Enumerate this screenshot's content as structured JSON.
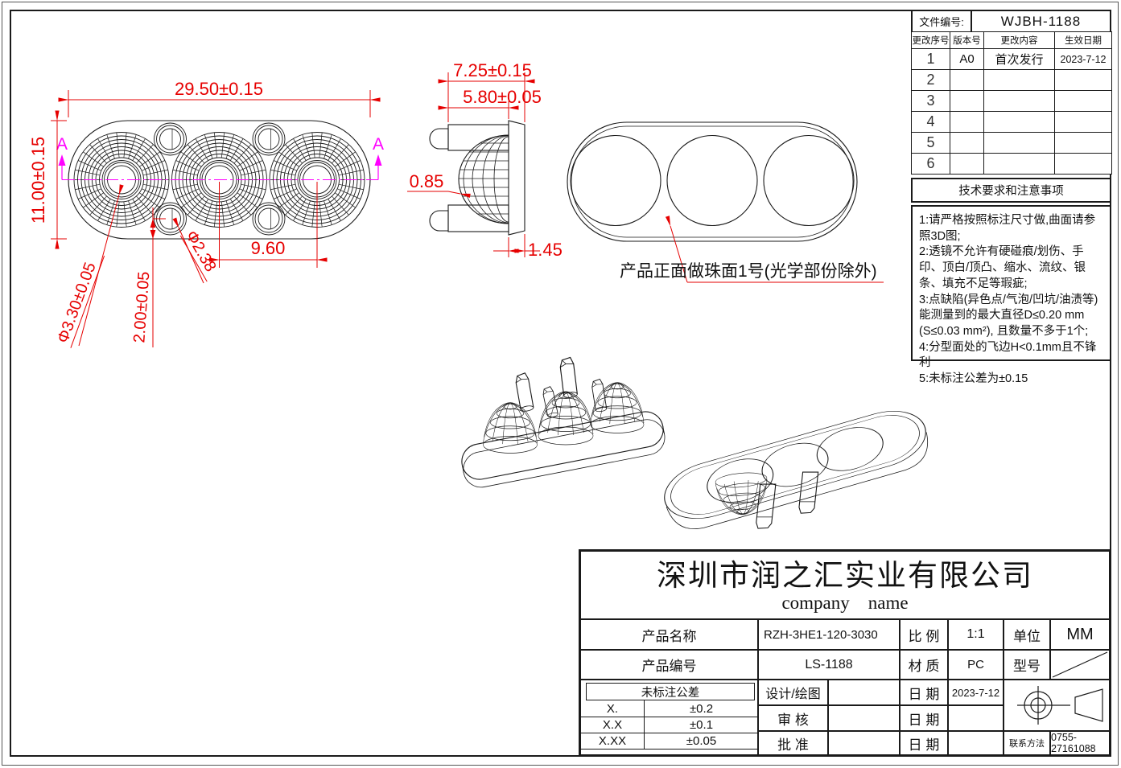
{
  "file_info": {
    "label": "文件编号:",
    "value": "WJBH-1188"
  },
  "revision_table": {
    "headers": [
      "更改序号",
      "版本号",
      "更改内容",
      "生效日期"
    ],
    "rows": [
      {
        "seq": "1",
        "version": "A0",
        "content": "首次发行",
        "date": "2023-7-12"
      },
      {
        "seq": "2",
        "version": "",
        "content": "",
        "date": ""
      },
      {
        "seq": "3",
        "version": "",
        "content": "",
        "date": ""
      },
      {
        "seq": "4",
        "version": "",
        "content": "",
        "date": ""
      },
      {
        "seq": "5",
        "version": "",
        "content": "",
        "date": ""
      },
      {
        "seq": "6",
        "version": "",
        "content": "",
        "date": ""
      }
    ]
  },
  "tech_notes": {
    "title": "技术要求和注意事项",
    "lines": [
      "1:请严格按照标注尺寸做,曲面请参照3D图;",
      "2:透镜不允许有硬碰痕/划伤、手印、顶白/顶凸、缩水、流纹、银条、填充不足等瑕疵;",
      "3:点缺陷(异色点/气泡/凹坑/油渍等)能测量到的最大直径D≤0.20 mm (S≤0.03 mm²), 且数量不多于1个;",
      "4:分型面处的飞边H<0.1mm且不锋利",
      "5:未标注公差为±0.15"
    ]
  },
  "views": {
    "section_label": "A",
    "annotation": "产品正面做珠面1号(光学部份除外)"
  },
  "dims": {
    "overall_width": "29.50±0.15",
    "overall_height": "11.00±0.15",
    "lens_pitch": "9.60",
    "center_hole_dia": "Φ3.30±0.05",
    "hole_offset": "2.00±0.05",
    "pin_hole_dia": "Φ2.38",
    "total_depth": "7.25±0.15",
    "body_depth": "5.80±0.05",
    "wall_thickness": "0.85",
    "flange_thickness": "1.45"
  },
  "title_block": {
    "company_cn": "深圳市润之汇实业有限公司",
    "company_en": "company    name",
    "product_name_label": "产品名称",
    "product_name": "RZH-3HE1-120-3030",
    "product_code_label": "产品编号",
    "product_code": "LS-1188",
    "scale_label": "比 例",
    "scale_value": "1:1",
    "unit_label": "单位",
    "unit_value": "MM",
    "material_label": "材 质",
    "material_value": "PC",
    "model_label": "型号",
    "designer_label": "设计/绘图",
    "checker_label": "审 核",
    "approver_label": "批 准",
    "date_label": "日 期",
    "design_date": "2023-7-12",
    "contact_label": "联系方法",
    "contact_value": "0755-27161088",
    "tolerance": {
      "title": "未标注公差",
      "rows": [
        {
          "range": "X.",
          "tol": "±0.2"
        },
        {
          "range": "X.X",
          "tol": "±0.1"
        },
        {
          "range": "X.XX",
          "tol": "±0.05"
        }
      ]
    }
  }
}
